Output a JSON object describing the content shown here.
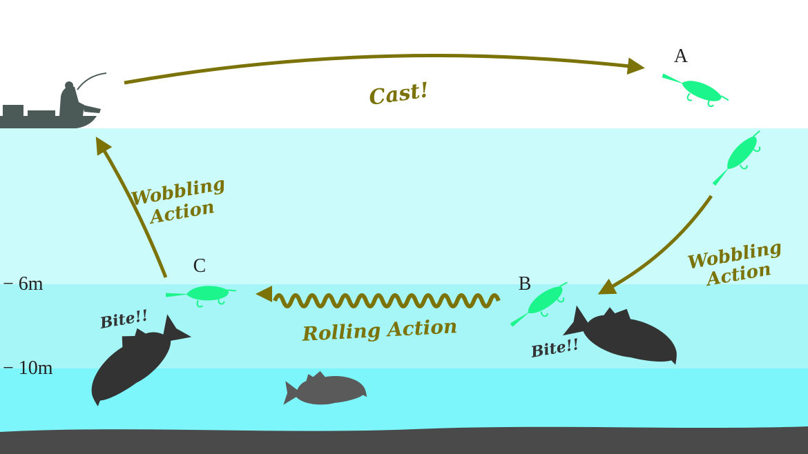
{
  "colors": {
    "sky": "#ffffff",
    "water_upper": "#ccfbfb",
    "water_mid": "#a6f5f7",
    "water_deep": "#7cf6fa",
    "bottom": "#4a4a4a",
    "arrow": "#7b7308",
    "lure": "#1cf48c",
    "fish": "#333333",
    "fish_far": "#5a5a5a",
    "boat": "#4b5a57",
    "text_dark": "#222222"
  },
  "points": {
    "a": "A",
    "b": "B",
    "c": "C"
  },
  "depths": {
    "six": "− 6m",
    "ten": "− 10m"
  },
  "labels": {
    "cast": "Cast!",
    "wobbling_right_1": "Wobbling",
    "wobbling_right_2": "Action",
    "wobbling_left_1": "Wobbling",
    "wobbling_left_2": "Action",
    "rolling": "Rolling Action",
    "bite_left": "Bite!!",
    "bite_right": "Bite!!"
  },
  "icons": {
    "boat": "angler-boat-icon",
    "lure": "crankbait-lure-icon",
    "fish": "bass-fish-icon"
  }
}
